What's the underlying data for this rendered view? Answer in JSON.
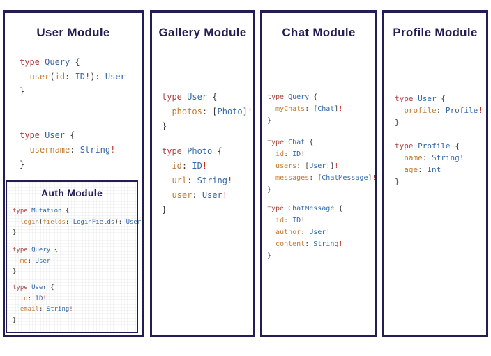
{
  "colors": {
    "border_navy": "#221d53",
    "title_navy": "#221d53",
    "keyword_red": "#a94442",
    "type_blue": "#3468a8",
    "field_orange": "#c57a2d",
    "punctuation_dark": "#3a3a3a",
    "bang_red": "#c03028"
  },
  "panels": [
    {
      "title": "User Module",
      "blocks": [
        [
          [
            [
              "kw",
              "type "
            ],
            [
              "ty",
              "Query"
            ],
            [
              "pu",
              " {"
            ]
          ],
          [
            [
              "pu",
              "  "
            ],
            [
              "fd",
              "user"
            ],
            [
              "pu",
              "("
            ],
            [
              "fd",
              "id"
            ],
            [
              "pu",
              ": "
            ],
            [
              "ty",
              "ID"
            ],
            [
              "bg",
              "!"
            ],
            [
              "pu",
              "): "
            ],
            [
              "ty",
              "User"
            ]
          ],
          [
            [
              "pu",
              "}"
            ]
          ]
        ],
        [
          [
            [
              "kw",
              "type "
            ],
            [
              "ty",
              "User"
            ],
            [
              "pu",
              " {"
            ]
          ],
          [
            [
              "pu",
              "  "
            ],
            [
              "fd",
              "username"
            ],
            [
              "pu",
              ": "
            ],
            [
              "ty",
              "String"
            ],
            [
              "bg",
              "!"
            ]
          ],
          [
            [
              "pu",
              "}"
            ]
          ]
        ]
      ],
      "subpanel": {
        "title": "Auth Module",
        "blocks": [
          [
            [
              [
                "kw",
                "type "
              ],
              [
                "ty",
                "Mutation"
              ],
              [
                "pu",
                " {"
              ]
            ],
            [
              [
                "pu",
                "  "
              ],
              [
                "fd",
                "login"
              ],
              [
                "pu",
                "("
              ],
              [
                "fd",
                "fields"
              ],
              [
                "pu",
                ": "
              ],
              [
                "ty",
                "LoginFields"
              ],
              [
                "pu",
                "): "
              ],
              [
                "ty",
                "User"
              ]
            ],
            [
              [
                "pu",
                "}"
              ]
            ]
          ],
          [
            [
              [
                "kw",
                "type "
              ],
              [
                "ty",
                "Query"
              ],
              [
                "pu",
                " {"
              ]
            ],
            [
              [
                "pu",
                "  "
              ],
              [
                "fd",
                "me"
              ],
              [
                "pu",
                ": "
              ],
              [
                "ty",
                "User"
              ]
            ],
            [
              [
                "pu",
                "}"
              ]
            ]
          ],
          [
            [
              [
                "kw",
                "type "
              ],
              [
                "ty",
                "User"
              ],
              [
                "pu",
                " {"
              ]
            ],
            [
              [
                "pu",
                "  "
              ],
              [
                "fd",
                "id"
              ],
              [
                "pu",
                ": "
              ],
              [
                "ty",
                "ID"
              ],
              [
                "bg",
                "!"
              ]
            ],
            [
              [
                "pu",
                "  "
              ],
              [
                "fd",
                "email"
              ],
              [
                "pu",
                ": "
              ],
              [
                "ty",
                "String"
              ],
              [
                "bg",
                "!"
              ]
            ],
            [
              [
                "pu",
                "}"
              ]
            ]
          ]
        ]
      }
    },
    {
      "title": "Gallery Module",
      "blocks": [
        [
          [
            [
              "kw",
              "type "
            ],
            [
              "ty",
              "User"
            ],
            [
              "pu",
              " {"
            ]
          ],
          [
            [
              "pu",
              "  "
            ],
            [
              "fd",
              "photos"
            ],
            [
              "pu",
              ": ["
            ],
            [
              "ty",
              "Photo"
            ],
            [
              "pu",
              "]"
            ],
            [
              "bg",
              "!"
            ]
          ],
          [
            [
              "pu",
              "}"
            ]
          ]
        ],
        [
          [
            [
              "kw",
              "type "
            ],
            [
              "ty",
              "Photo"
            ],
            [
              "pu",
              " {"
            ]
          ],
          [
            [
              "pu",
              "  "
            ],
            [
              "fd",
              "id"
            ],
            [
              "pu",
              ": "
            ],
            [
              "ty",
              "ID"
            ],
            [
              "bg",
              "!"
            ]
          ],
          [
            [
              "pu",
              "  "
            ],
            [
              "fd",
              "url"
            ],
            [
              "pu",
              ": "
            ],
            [
              "ty",
              "String"
            ],
            [
              "bg",
              "!"
            ]
          ],
          [
            [
              "pu",
              "  "
            ],
            [
              "fd",
              "user"
            ],
            [
              "pu",
              ": "
            ],
            [
              "ty",
              "User"
            ],
            [
              "bg",
              "!"
            ]
          ],
          [
            [
              "pu",
              "}"
            ]
          ]
        ]
      ]
    },
    {
      "title": "Chat Module",
      "blocks": [
        [
          [
            [
              "kw",
              "type "
            ],
            [
              "ty",
              "Query"
            ],
            [
              "pu",
              " {"
            ]
          ],
          [
            [
              "pu",
              "  "
            ],
            [
              "fd",
              "myChats"
            ],
            [
              "pu",
              ": ["
            ],
            [
              "ty",
              "Chat"
            ],
            [
              "pu",
              "]"
            ],
            [
              "bg",
              "!"
            ]
          ],
          [
            [
              "pu",
              "}"
            ]
          ]
        ],
        [
          [
            [
              "kw",
              "type "
            ],
            [
              "ty",
              "Chat"
            ],
            [
              "pu",
              " {"
            ]
          ],
          [
            [
              "pu",
              "  "
            ],
            [
              "fd",
              "id"
            ],
            [
              "pu",
              ": "
            ],
            [
              "ty",
              "ID"
            ],
            [
              "bg",
              "!"
            ]
          ],
          [
            [
              "pu",
              "  "
            ],
            [
              "fd",
              "users"
            ],
            [
              "pu",
              ": ["
            ],
            [
              "ty",
              "User"
            ],
            [
              "bg",
              "!"
            ],
            [
              "pu",
              "]"
            ],
            [
              "bg",
              "!"
            ]
          ],
          [
            [
              "pu",
              "  "
            ],
            [
              "fd",
              "messages"
            ],
            [
              "pu",
              ": ["
            ],
            [
              "ty",
              "ChatMessage"
            ],
            [
              "pu",
              "]"
            ],
            [
              "bg",
              "!"
            ]
          ],
          [
            [
              "pu",
              "}"
            ]
          ]
        ],
        [
          [
            [
              "kw",
              "type "
            ],
            [
              "ty",
              "ChatMessage"
            ],
            [
              "pu",
              " {"
            ]
          ],
          [
            [
              "pu",
              "  "
            ],
            [
              "fd",
              "id"
            ],
            [
              "pu",
              ": "
            ],
            [
              "ty",
              "ID"
            ],
            [
              "bg",
              "!"
            ]
          ],
          [
            [
              "pu",
              "  "
            ],
            [
              "fd",
              "author"
            ],
            [
              "pu",
              ": "
            ],
            [
              "ty",
              "User"
            ],
            [
              "bg",
              "!"
            ]
          ],
          [
            [
              "pu",
              "  "
            ],
            [
              "fd",
              "content"
            ],
            [
              "pu",
              ": "
            ],
            [
              "ty",
              "String"
            ],
            [
              "bg",
              "!"
            ]
          ],
          [
            [
              "pu",
              "}"
            ]
          ]
        ]
      ]
    },
    {
      "title": "Profile Module",
      "blocks": [
        [
          [
            [
              "kw",
              "type "
            ],
            [
              "ty",
              "User"
            ],
            [
              "pu",
              " {"
            ]
          ],
          [
            [
              "pu",
              "  "
            ],
            [
              "fd",
              "profile"
            ],
            [
              "pu",
              ": "
            ],
            [
              "ty",
              "Profile"
            ],
            [
              "bg",
              "!"
            ]
          ],
          [
            [
              "pu",
              "}"
            ]
          ]
        ],
        [
          [
            [
              "kw",
              "type "
            ],
            [
              "ty",
              "Profile"
            ],
            [
              "pu",
              " {"
            ]
          ],
          [
            [
              "pu",
              "  "
            ],
            [
              "fd",
              "name"
            ],
            [
              "pu",
              ": "
            ],
            [
              "ty",
              "String"
            ],
            [
              "bg",
              "!"
            ]
          ],
          [
            [
              "pu",
              "  "
            ],
            [
              "fd",
              "age"
            ],
            [
              "pu",
              ": "
            ],
            [
              "ty",
              "Int"
            ]
          ],
          [
            [
              "pu",
              "}"
            ]
          ]
        ]
      ]
    }
  ]
}
